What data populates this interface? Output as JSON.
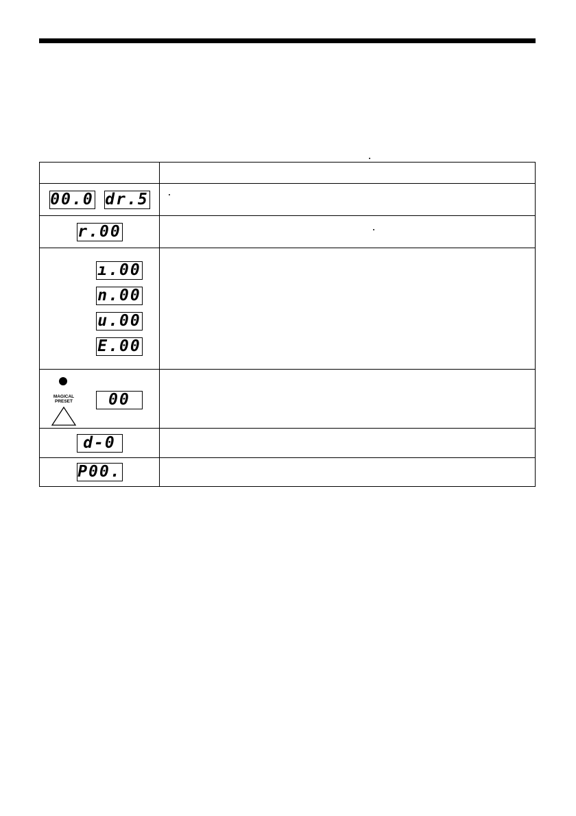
{
  "displays": {
    "row1": {
      "a": "00.0",
      "b": "dr.5"
    },
    "row2": {
      "a": "r.00"
    },
    "row3": {
      "a": "ı.00",
      "b": "n.00",
      "c": "u.00",
      "d": "E.00"
    },
    "row4": {
      "indicator_label": "MAGICAL PRESET",
      "a": "00"
    },
    "row5": {
      "a": "d-0"
    },
    "row6": {
      "a": "P00."
    }
  },
  "icons": {
    "indicator": "filled-circle-led",
    "button": "triangle-button"
  },
  "colors": {
    "ink": "#000000",
    "paper": "#ffffff"
  }
}
